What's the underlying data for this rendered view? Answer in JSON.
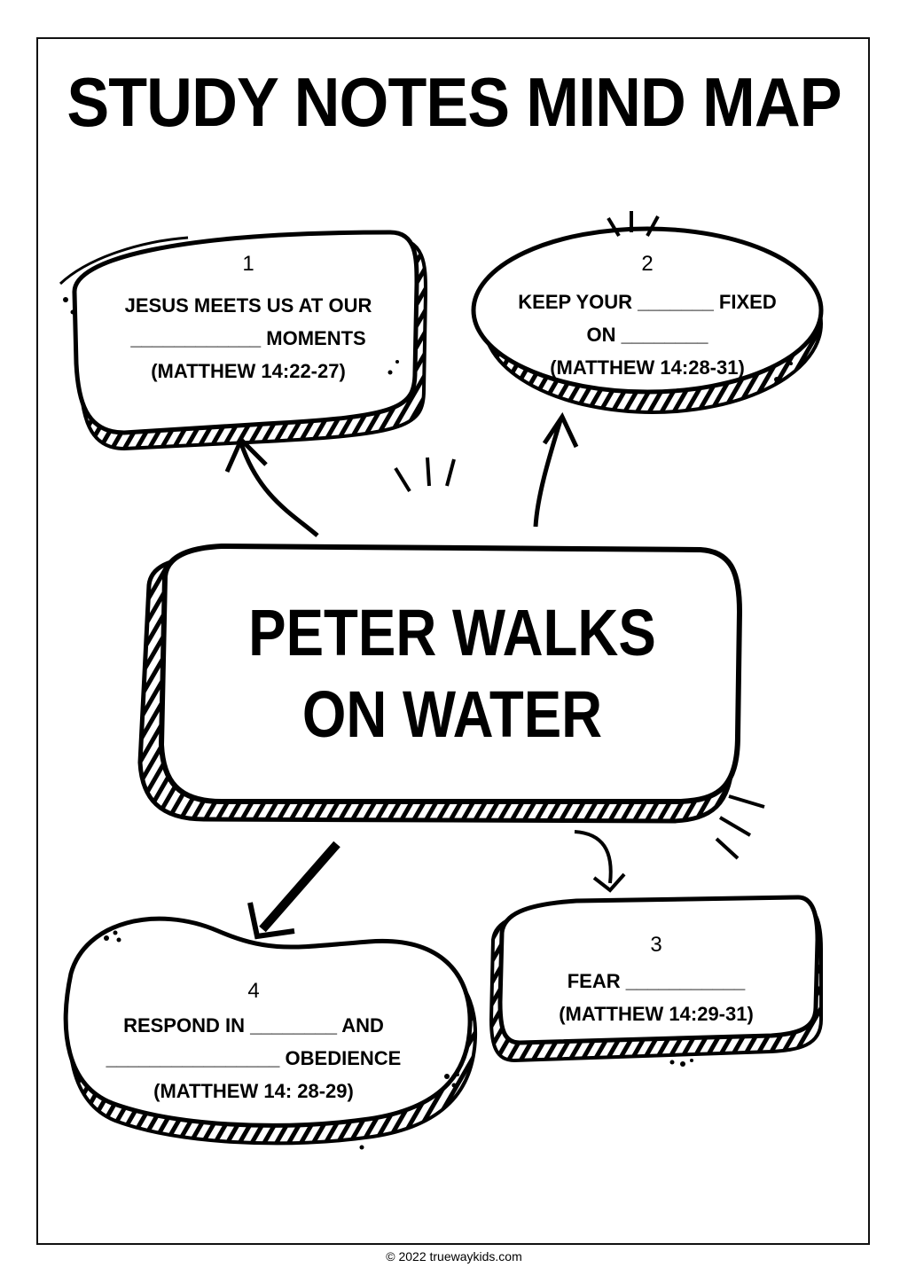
{
  "title": "STUDY NOTES MIND MAP",
  "center": {
    "line1": "PETER WALKS",
    "line2": "ON WATER"
  },
  "boxes": [
    {
      "number": "1",
      "lines": [
        "JESUS MEETS US AT OUR",
        "____________ MOMENTS",
        "(MATTHEW 14:22-27)"
      ]
    },
    {
      "number": "2",
      "lines": [
        "KEEP YOUR _______ FIXED",
        "ON ________",
        "(MATTHEW 14:28-31)"
      ]
    },
    {
      "number": "3",
      "lines": [
        "FEAR ___________",
        "(MATTHEW 14:29-31)"
      ]
    },
    {
      "number": "4",
      "lines": [
        "RESPOND IN ________ AND",
        "________________ OBEDIENCE",
        "(MATTHEW 14: 28-29)"
      ]
    }
  ],
  "footer": "© 2022 truewaykids.com"
}
